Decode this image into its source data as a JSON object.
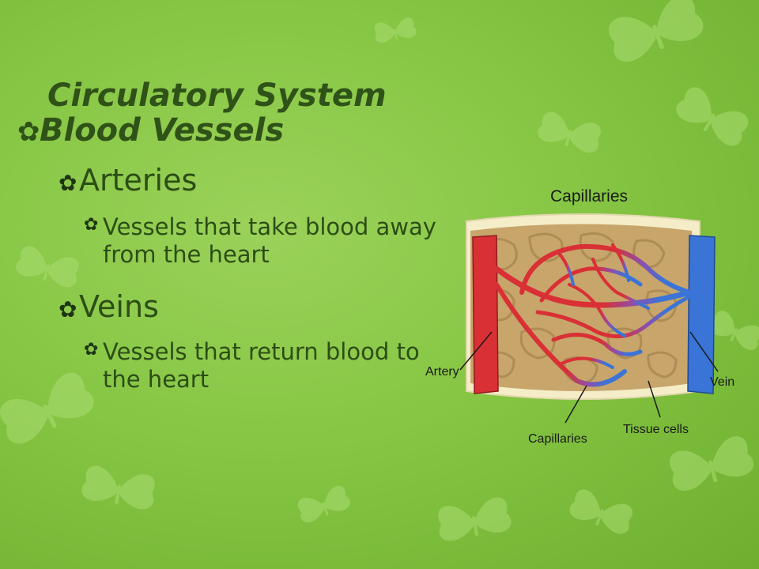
{
  "slide": {
    "title": "Circulatory System",
    "section_bullet": "Blood Vessels",
    "items": [
      {
        "heading": "Arteries",
        "description": "Vessels that take blood away from the heart"
      },
      {
        "heading": "Veins",
        "description": "Vessels that return blood to the heart"
      }
    ]
  },
  "diagram": {
    "title": "Capillaries",
    "labels": {
      "artery": "Artery",
      "vein": "Vein",
      "capillaries": "Capillaries",
      "tissue_cells": "Tissue cells"
    },
    "colors": {
      "artery": "#d93035",
      "vein": "#3a74d6",
      "tissue": "#c8a56b",
      "frame": "#f4edc8"
    }
  },
  "theme": {
    "background": "#86c644",
    "text": "#2f5218",
    "butterfly": "#a9dc72"
  },
  "icons": {
    "bullet": "flower-bullet-icon",
    "decoration": "butterfly-icon"
  }
}
